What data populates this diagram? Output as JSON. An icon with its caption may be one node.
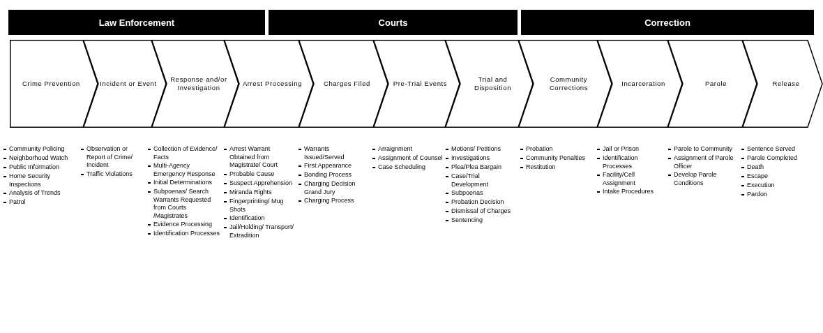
{
  "diagram": {
    "nodes": [
      {
        "text": [
          "Law Enforcement"
        ]
      },
      {
        "text": [
          "Courts"
        ]
      },
      {
        "text": [
          "Correction"
        ]
      },
      {
        "text": [
          "Crime Prevention"
        ],
        "beside": [
          "Community Policing",
          "Neighborhood Watch",
          "Public Information",
          "Home Security Inspections",
          "Analysis of Trends",
          "Patrol"
        ]
      },
      {
        "text": [
          "Incident or Event"
        ],
        "beside": [
          "Observation or Report of Crime/ Incident",
          "Traffic Violations"
        ]
      },
      {
        "text": [
          "Response and/or Investigation"
        ],
        "beside": [
          "Collection of Evidence/ Facts",
          "Multi-Agency Emergency Response",
          "Initial Determinations",
          "Subpoenas/ Search Warrants Requested from Courts /Magistrates",
          "Evidence Processing",
          "Identification Processes"
        ]
      },
      {
        "text": [
          "Arrest Processing"
        ],
        "beside": [
          "Arrest Warrant Obtained from Magistrate/ Court",
          "Probable Cause",
          "Suspect Apprehension",
          "Miranda Rights",
          "Fingerprinting/ Mug Shots",
          "Identification",
          "Jail/Holding/ Transport/ Extradition"
        ]
      },
      {
        "text": [
          "Charges Filed"
        ],
        "beside": [
          "Warrants Issued/Served",
          "First Appearance",
          "Bonding Process",
          "Charging Decision Grand Jury",
          "Charging Process"
        ]
      },
      {
        "text": [
          "Pre-Trial Events"
        ],
        "beside": [
          "Arraignment",
          "Assignment of Counsel",
          "Case Scheduling"
        ]
      },
      {
        "text": [
          "Trial and Disposition"
        ],
        "beside": [
          "Motions/ Petitions",
          "Investigations",
          "Plea/Plea Bargain",
          "Case/Trial Development",
          "Subpoenas",
          "Probation Decision",
          "Dismissal of Charges",
          "Sentencing"
        ]
      },
      {
        "text": [
          "Community Corrections"
        ],
        "beside": [
          "Probation",
          "Community Penalties",
          "Restitution"
        ]
      },
      {
        "text": [
          "Incarceration"
        ],
        "beside": [
          "Jail or Prison",
          "Identification Processes",
          "Facility/Cell Assignment",
          "Intake Procedures"
        ]
      },
      {
        "text": [
          "Parole"
        ],
        "beside": [
          "Parole to Community",
          "Assignment of Parole Officer",
          "Develop Parole Conditions"
        ]
      },
      {
        "text": [
          "Release"
        ],
        "beside": [
          "Sentence Served",
          "Parole Completed",
          "Death",
          "Escape",
          "Execution",
          "Pardon"
        ]
      }
    ]
  }
}
